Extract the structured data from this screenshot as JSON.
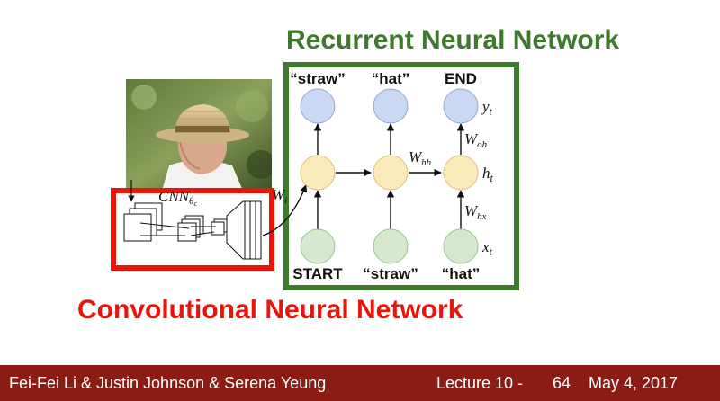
{
  "rnn_title": "Recurrent Neural Network",
  "cnn_title": "Convolutional Neural Network",
  "outputs": [
    "“straw”",
    "“hat”",
    "END"
  ],
  "inputs": [
    "START",
    "“straw”",
    "“hat”"
  ],
  "math": {
    "y": "y",
    "y_sub": "t",
    "h": "h",
    "h_sub": "t",
    "x": "x",
    "x_sub": "t",
    "w_hh": "W",
    "w_hh_sub": "hh",
    "w_oh": "W",
    "w_oh_sub": "oh",
    "w_hx": "W",
    "w_hx_sub": "hx",
    "w_ih": "W",
    "w_ih_sub": "i",
    "cnn": "CNN",
    "cnn_sub": "θ",
    "cnn_subsub": "c"
  },
  "colors": {
    "rnn_green": "#3d7a2c",
    "cnn_red": "#e8150b",
    "output_node": "#c9d8f3",
    "hidden_node": "#fbebbb",
    "input_node": "#d6e9d0",
    "footer_bg": "#8b1c14"
  },
  "footer": {
    "authors": "Fei-Fei Li & Justin Johnson & Serena Yeung",
    "lecture": "Lecture 10 -",
    "page": "64",
    "date": "May 4, 2017"
  }
}
